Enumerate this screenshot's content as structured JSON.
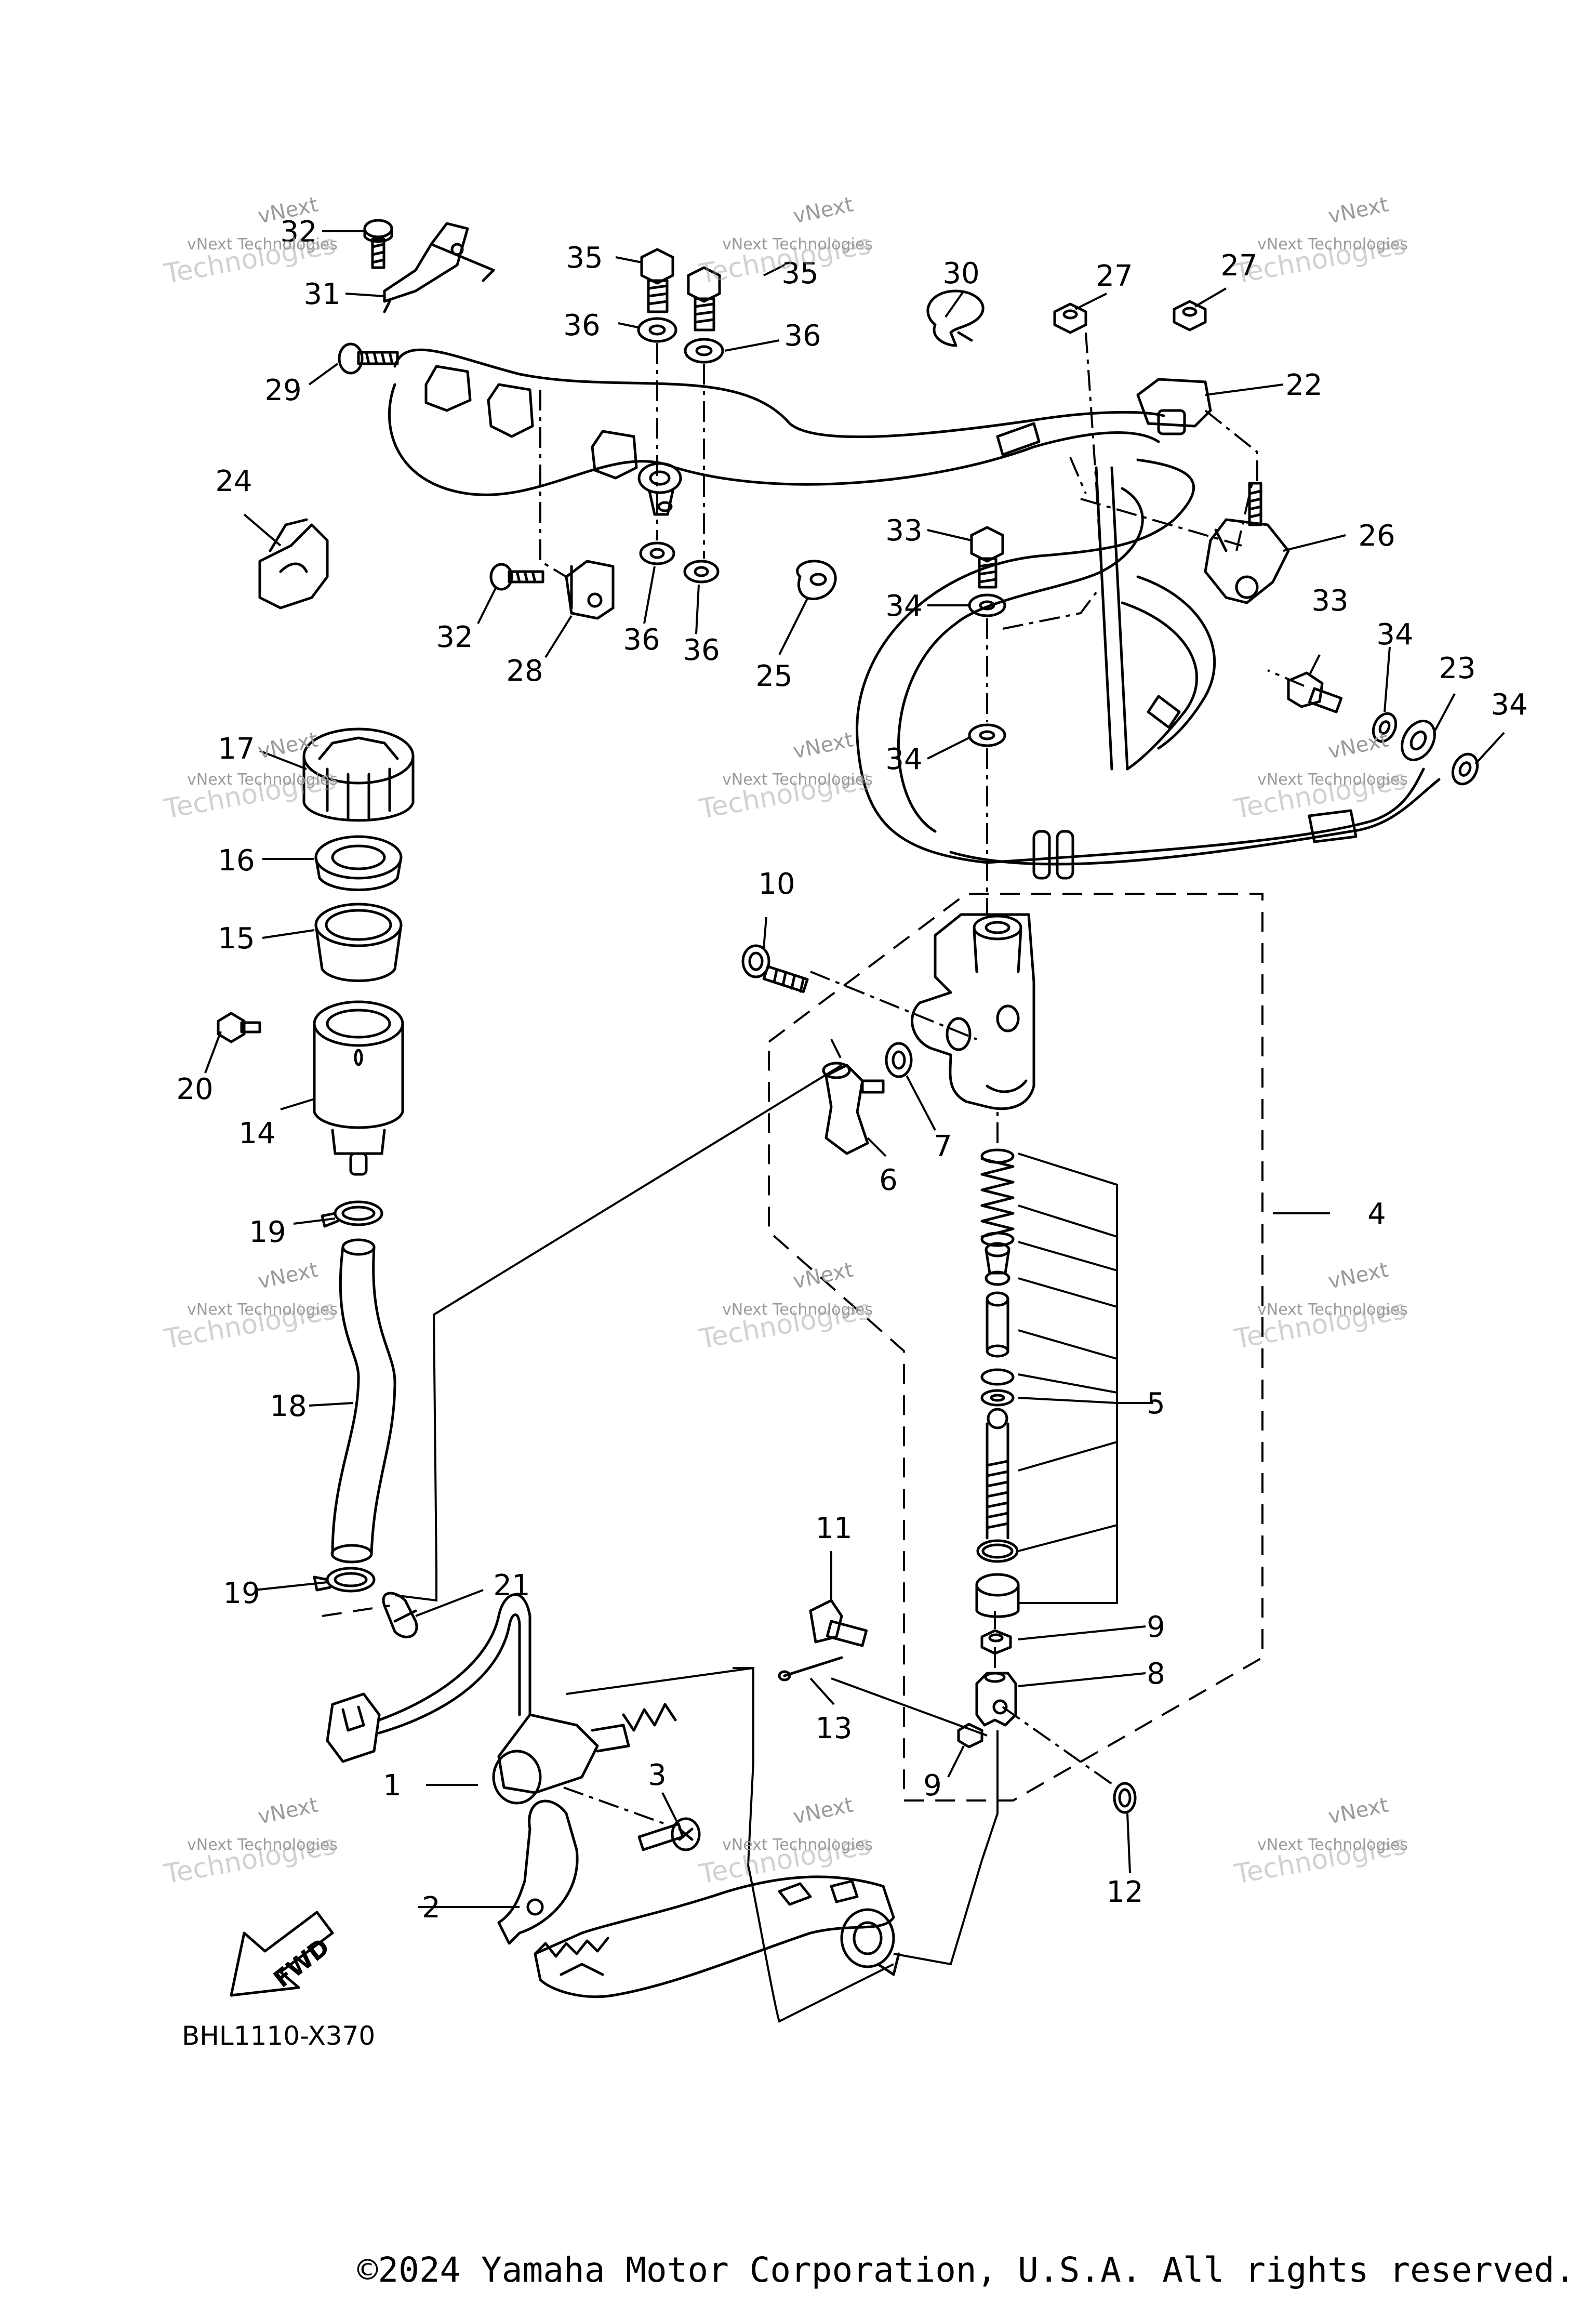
{
  "diagram": {
    "code": "BHL1110-X370",
    "fwd_label": "FWD",
    "watermark": {
      "line1": "vNext",
      "line2": "vNext Technologies",
      "line3": "Technologies"
    },
    "callouts": [
      "1",
      "2",
      "3",
      "4",
      "5",
      "6",
      "7",
      "8",
      "9",
      "9",
      "10",
      "11",
      "12",
      "13",
      "14",
      "15",
      "16",
      "17",
      "18",
      "19",
      "19",
      "20",
      "21",
      "22",
      "23",
      "24",
      "25",
      "26",
      "27",
      "27",
      "28",
      "29",
      "30",
      "31",
      "32",
      "32",
      "33",
      "33",
      "34",
      "34",
      "34",
      "34",
      "35",
      "35",
      "36",
      "36",
      "36",
      "36"
    ]
  },
  "footer": {
    "copyright": "©2024 Yamaha Motor Corporation, U.S.A. All rights reserved."
  }
}
